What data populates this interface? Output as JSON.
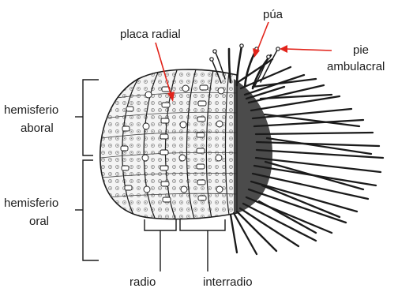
{
  "labels": {
    "placa_radial": "placa radial",
    "pua": "púa",
    "pie_line1": "pie",
    "pie_line2": "ambulacral",
    "hemisferio_aboral_line1": "hemisferio",
    "hemisferio_aboral_line2": "aboral",
    "hemisferio_oral_line1": "hemisferio",
    "hemisferio_oral_line2": "oral",
    "radio": "radio",
    "interradio": "interradio"
  },
  "colors": {
    "arrow": "#e2231a",
    "ink": "#1a1a1a",
    "label_text": "#1c1c1c",
    "background": "#ffffff"
  }
}
